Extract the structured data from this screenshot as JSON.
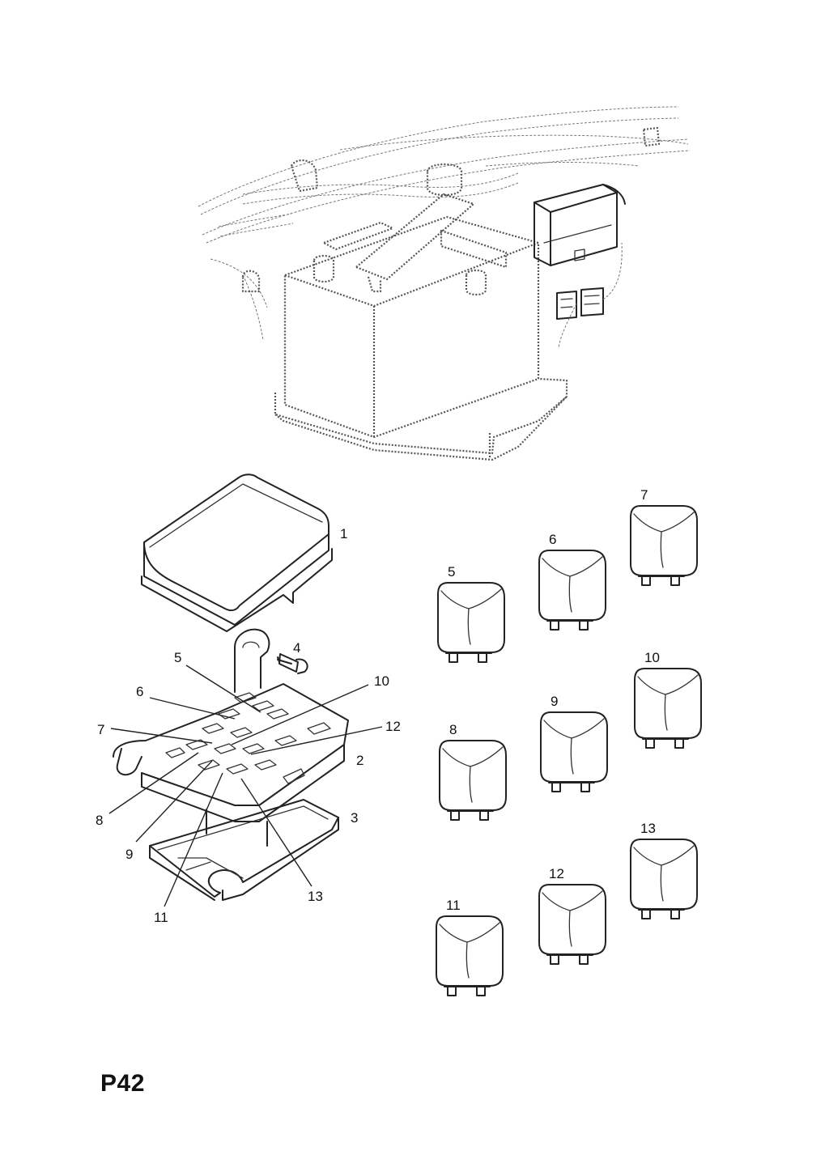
{
  "page_code": "P42",
  "callouts": {
    "c1": "1",
    "c2": "2",
    "c3": "3",
    "c4": "4",
    "c5": "5",
    "c6": "6",
    "c7": "7",
    "c8": "8",
    "c9": "9",
    "c10": "10",
    "c11": "11",
    "c12": "12",
    "c13": "13"
  },
  "relays": [
    {
      "label": "5"
    },
    {
      "label": "6"
    },
    {
      "label": "7"
    },
    {
      "label": "8"
    },
    {
      "label": "9"
    },
    {
      "label": "10"
    },
    {
      "label": "11"
    },
    {
      "label": "12"
    },
    {
      "label": "13"
    }
  ]
}
